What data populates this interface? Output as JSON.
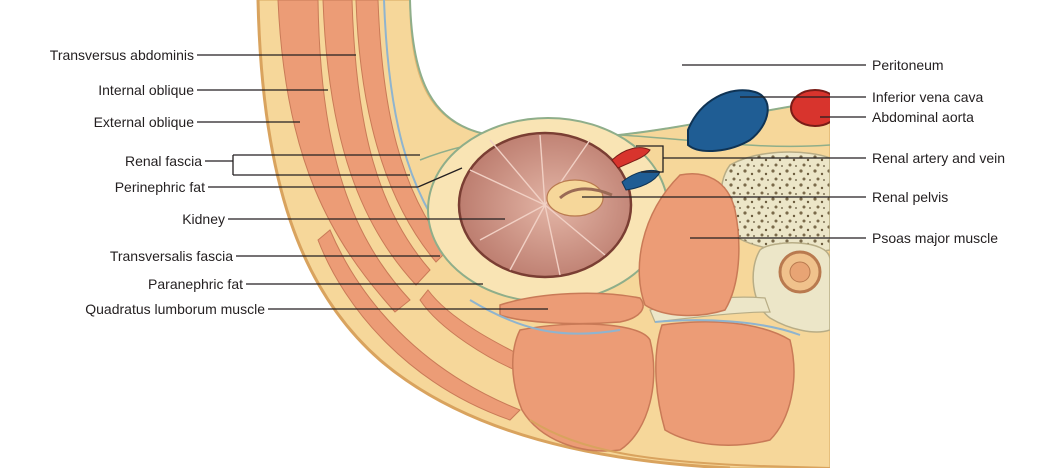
{
  "labels_left": [
    "Transversus abdominis",
    "Internal oblique",
    "External oblique",
    "Renal fascia",
    "Perinephric fat",
    "Kidney",
    "Transversalis fascia",
    "Paranephric fat",
    "Quadratus lumborum muscle"
  ],
  "labels_right": [
    "Peritoneum",
    "Inferior vena cava",
    "Abdominal aorta",
    "Renal artery and vein",
    "Renal pelvis",
    "Psoas major muscle"
  ],
  "colors": {
    "fat": "#f6d79a",
    "fat_light": "#f9e4b4",
    "muscle": "#ec9c76",
    "muscle_dark": "#d9845f",
    "fascia": "#8fb4cf",
    "fascia_green": "#8fae8a",
    "kidney": "#c98677",
    "ivc": "#1f5d94",
    "aorta": "#d8342d",
    "bone": "#ece6c8",
    "leader": "#231f20"
  }
}
